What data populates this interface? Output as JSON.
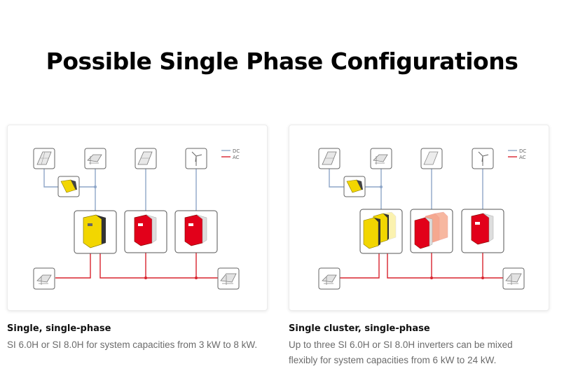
{
  "page": {
    "title": "Possible Single Phase Configurations"
  },
  "legend": {
    "dc": "DC",
    "ac": "AC"
  },
  "colors": {
    "dc_line": "#8ea6c8",
    "ac_line": "#d9232e",
    "yellow": "#f2d600",
    "red": "#e2001a"
  },
  "configs": [
    {
      "title": "Single, single-phase",
      "description": "SI 6.0H or SI 8.0H for system capacities from 3 kW to 8 kW."
    },
    {
      "title": "Single cluster, single-phase",
      "description_line1": "Up to three SI 6.0H or SI 8.0H inverters can be mixed",
      "description_line2": "flexibly for system capacities from 6 kW to 24 kW."
    }
  ]
}
